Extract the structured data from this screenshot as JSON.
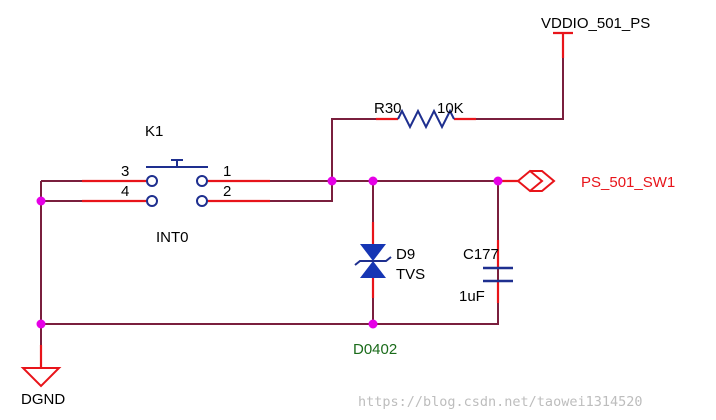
{
  "labels": {
    "supply": "VDDIO_501_PS",
    "resistor_ref": "R30",
    "resistor_value": "10K",
    "switch_ref": "K1",
    "pin3": "3",
    "pin4": "4",
    "pin1": "1",
    "pin2": "2",
    "switch_name": "INT0",
    "net_name": "PS_501_SW1",
    "diode_ref": "D9",
    "diode_type": "TVS",
    "cap_ref": "C177",
    "cap_value": "1uF",
    "package": "D0402",
    "ground": "DGND",
    "watermark": "https://blog.csdn.net/taowei1314520"
  },
  "colors": {
    "wire": "#7a1f3d",
    "pin": "#e8141a",
    "junction": "#e600e6",
    "part": "#1e2f8f",
    "diode_fill": "#1636b4",
    "text": "#000000",
    "net_text": "#e8141a",
    "package_text": "#1a6b1a",
    "watermark": "#bdbdbd"
  }
}
